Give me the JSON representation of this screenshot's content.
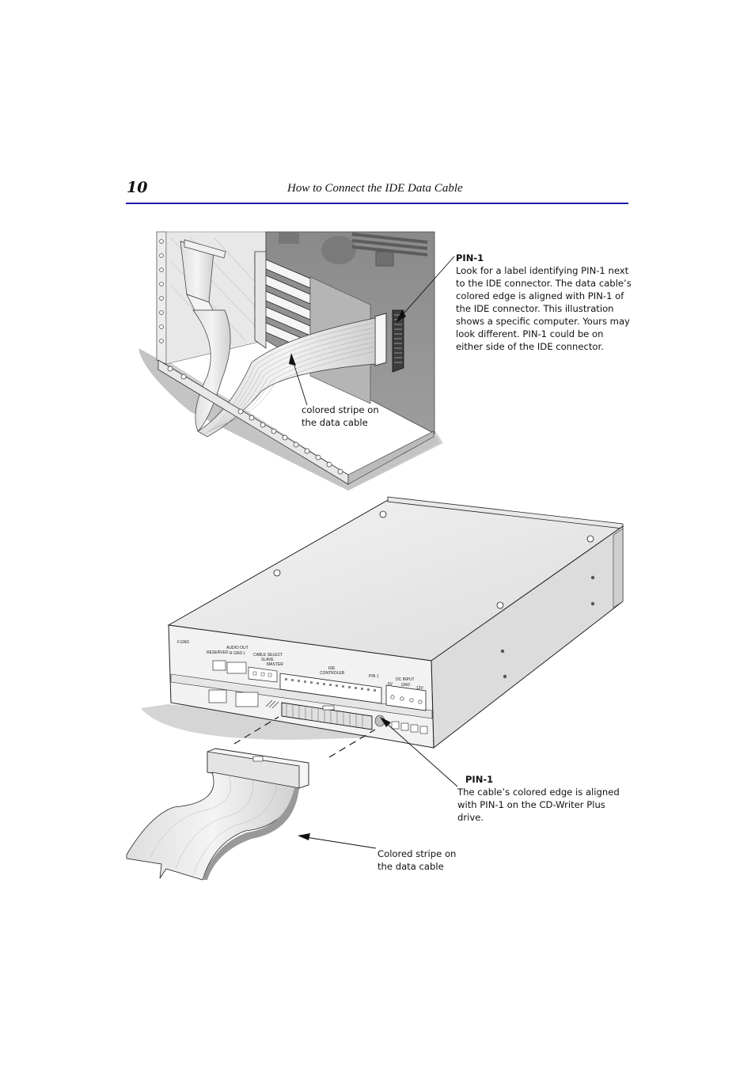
{
  "header": {
    "page_number": "10",
    "title": "How to Connect the IDE Data Cable"
  },
  "figure_top": {
    "pin1_title": "PIN-1",
    "pin1_lines": [
      "Look for a label identifying PIN-1 next",
      "to the IDE connector. The data cable’s",
      "colored edge is aligned with PIN-1 of",
      "the IDE connector. This illustration",
      "shows a specific computer. Yours may",
      "look different. PIN-1 could be on",
      "either side of the IDE connector."
    ],
    "stripe_lines": [
      "colored stripe on",
      "the data cable"
    ]
  },
  "figure_bottom": {
    "pin1_title": "PIN-1",
    "pin1_lines": [
      "The cable’s colored edge is aligned",
      "with PIN-1 on the CD-Writer Plus",
      "drive."
    ],
    "stripe_lines": [
      "Colored stripe on",
      "the data cable"
    ],
    "drive_labels": {
      "fgnd": "F.GND",
      "audio_out": "AUDIO OUT",
      "reserved": "RESERVED",
      "rgndl": "R GND L",
      "cable_select": "CABLE SELECT",
      "slave": "SLAVE",
      "master": "MASTER",
      "ide": "IDE",
      "controller": "CONTROLER",
      "pin1": "PIN 1",
      "dc_input": "DC INPUT",
      "v5": "5V",
      "gnd": "GND",
      "v12": "12V"
    }
  }
}
